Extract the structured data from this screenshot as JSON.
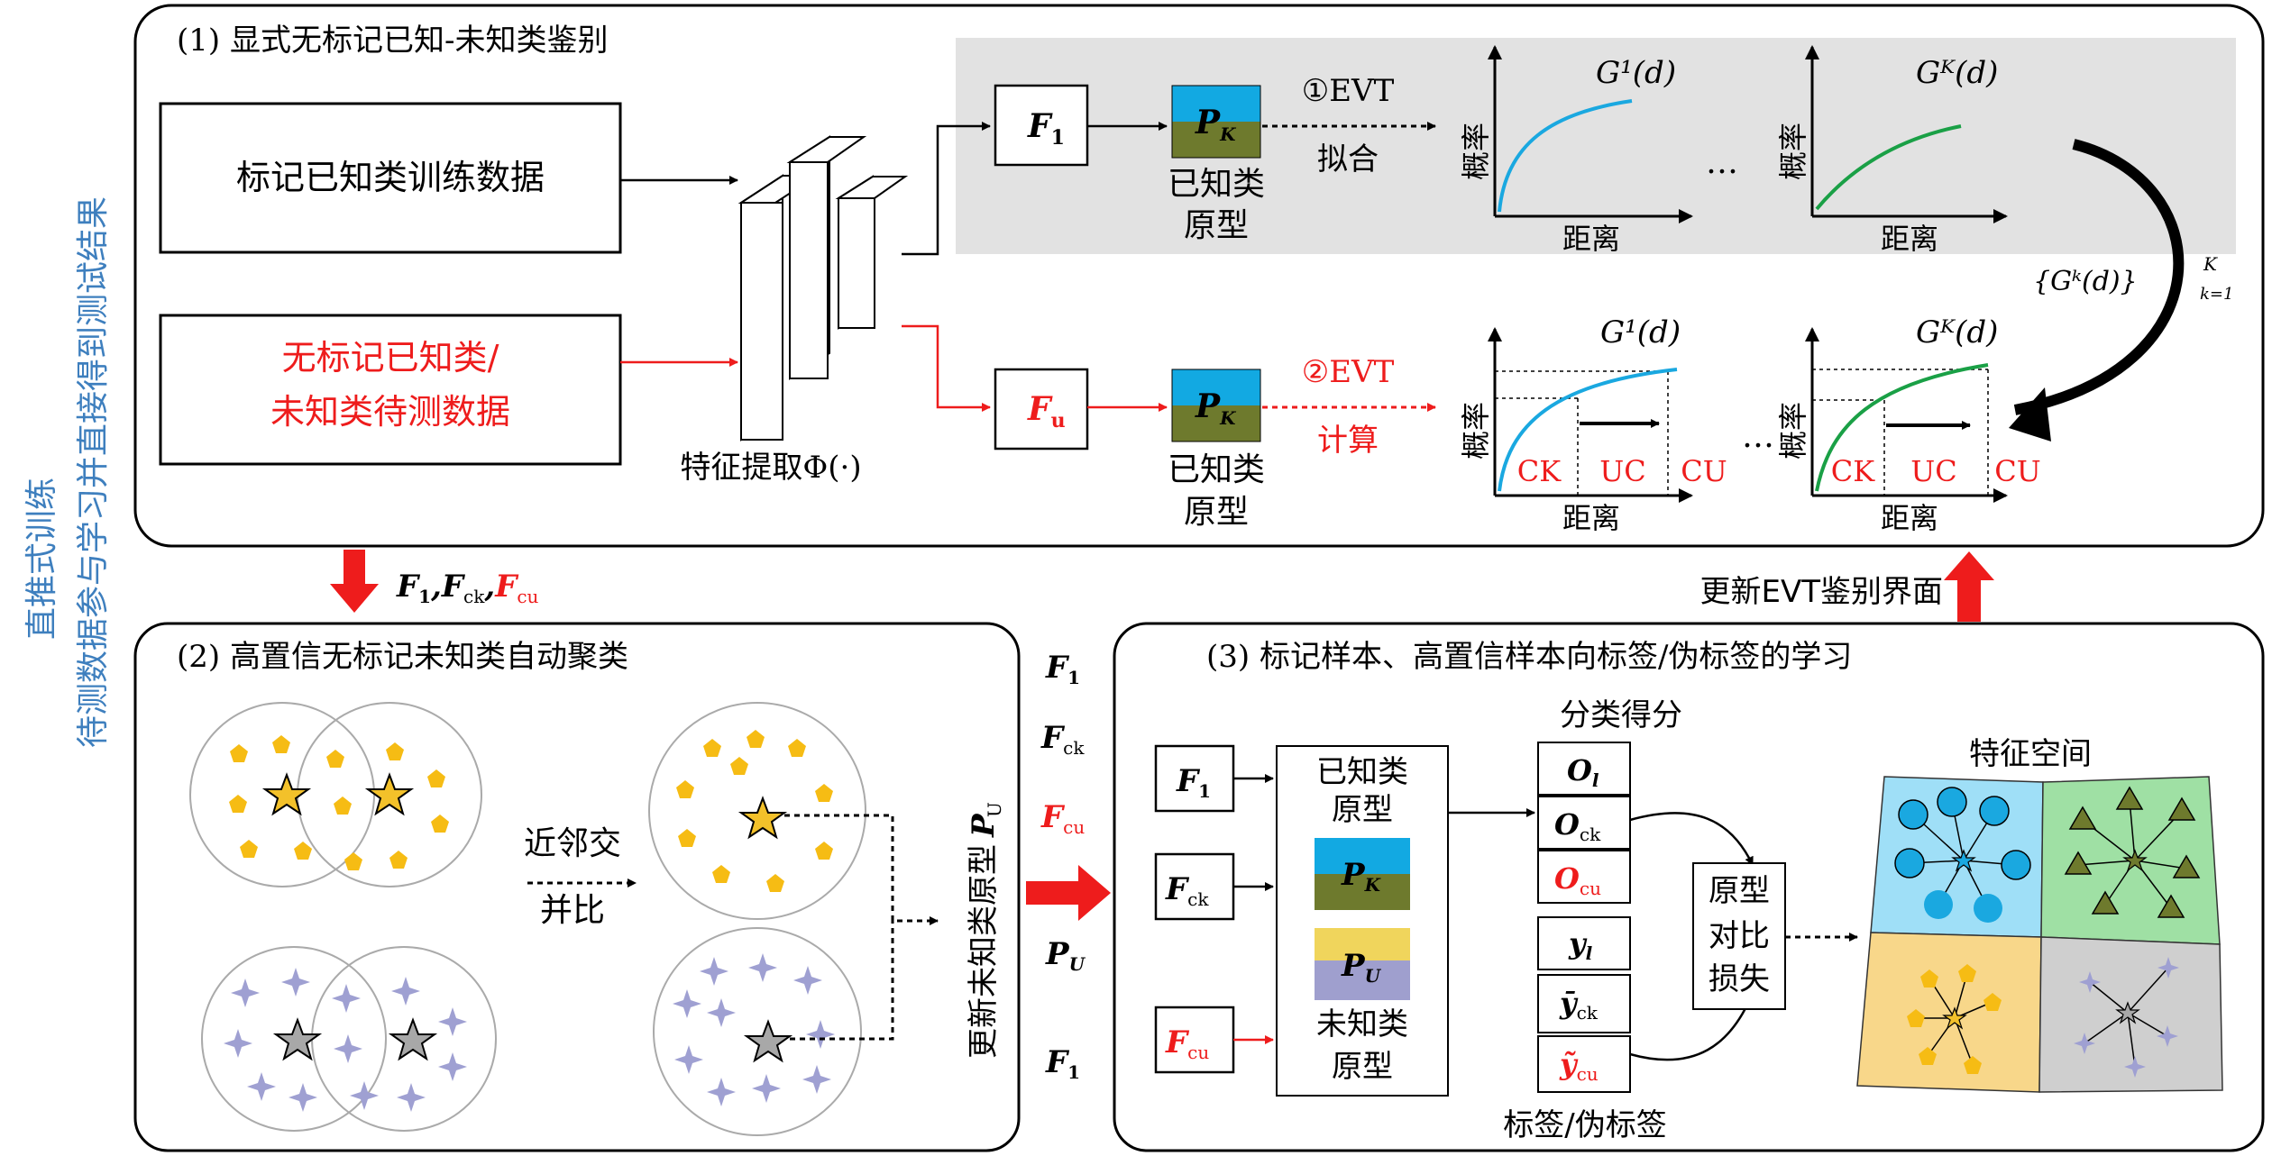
{
  "colors": {
    "red": "#ee1c1c",
    "blue_text": "#3e7fbe",
    "gray_panel": "#e2e2e2",
    "proto_known_top": "#12a9e2",
    "proto_known_bottom": "#6e7a2d",
    "proto_unknown_top": "#f0d55c",
    "proto_unknown_bottom": "#9f9fce",
    "curve_blue": "#1aa8e0",
    "curve_green": "#1aa046",
    "region_blue": "#9fdff7",
    "region_green": "#9fe0a4",
    "region_orange": "#f8d78a",
    "region_gray": "#cfcfcf",
    "star_gold": "#f3c12a",
    "pentagon": "#f6bc14",
    "sparkle": "#9fa0d2"
  },
  "side_label": {
    "line1": "直推式训练",
    "line2": "待测数据参与学习并直接得到测试结果"
  },
  "panel1": {
    "title": "(1) 显式无标记已知-未知类鉴别",
    "train_data": "标记已知类训练数据",
    "test_data_line1": "无标记已知类/",
    "test_data_line2": "未知类待测数据",
    "feature_extract": "特征提取Φ(·)",
    "f1": "F",
    "f1_sub": "1",
    "fu": "F",
    "fu_sub": "u",
    "pk": "P",
    "pk_sub": "K",
    "proto_top_line1": "已知类",
    "proto_top_line2": "原型",
    "proto_bot_line1": "已知类",
    "proto_bot_line2": "原型",
    "evt_fit_line1": "①EVT",
    "evt_fit_line2": "拟合",
    "evt_calc_line1": "②EVT",
    "evt_calc_line2": "计算",
    "prob": "概率",
    "dist": "距离",
    "g1": "G¹(d)",
    "gk": "Gᴷ(d)",
    "ellipsis": "…",
    "set_label": "{Gᵏ(d)}",
    "set_sup": "K",
    "set_sub": "k=1",
    "ck": "CK",
    "uc": "UC",
    "cu": "CU"
  },
  "between": {
    "down_label_f1": "F",
    "down_label_f1_sub": "1",
    "down_label_fck": "F",
    "down_label_fck_sub": "ck",
    "down_label_fcu": "F",
    "down_label_fcu_sub": "cu",
    "update_evt": "更新EVT鉴别界面"
  },
  "panel2": {
    "title": "(2) 高置信无标记未知类自动聚类",
    "iou_line1": "近邻交",
    "iou_line2": "并比"
  },
  "middle": {
    "f1": "F",
    "f1_sub": "1",
    "fck": "F",
    "fck_sub": "ck",
    "fcu": "F",
    "fcu_sub": "cu",
    "pu": "P",
    "pu_sub": "U",
    "f1b": "F",
    "f1b_sub": "1",
    "update_proto": "更新未知类原型"
  },
  "panel3": {
    "title": "(3) 标记样本、高置信样本向标签/伪标签的学习",
    "class_score": "分类得分",
    "feature_space": "特征空间",
    "known_proto_line1": "已知类",
    "known_proto_line2": "原型",
    "unknown_proto_line1": "未知类",
    "unknown_proto_line2": "原型",
    "contrast_loss_line1": "原型",
    "contrast_loss_line2": "对比",
    "contrast_loss_line3": "损失",
    "labels": "标签/伪标签",
    "f1": "F",
    "f1_sub": "1",
    "fck": "F",
    "fck_sub": "ck",
    "fcu": "F",
    "fcu_sub": "cu",
    "pk": "P",
    "pk_sub": "K",
    "pu": "P",
    "pu_sub": "U",
    "o_l": "O",
    "o_l_sub": "l",
    "o_ck": "O",
    "o_ck_sub": "ck",
    "o_cu": "O",
    "o_cu_sub": "cu",
    "y_l": "y",
    "y_l_sub": "l",
    "y_ck": "ȳ",
    "y_ck_sub": "ck",
    "y_cu": "ỹ",
    "y_cu_sub": "cu"
  }
}
